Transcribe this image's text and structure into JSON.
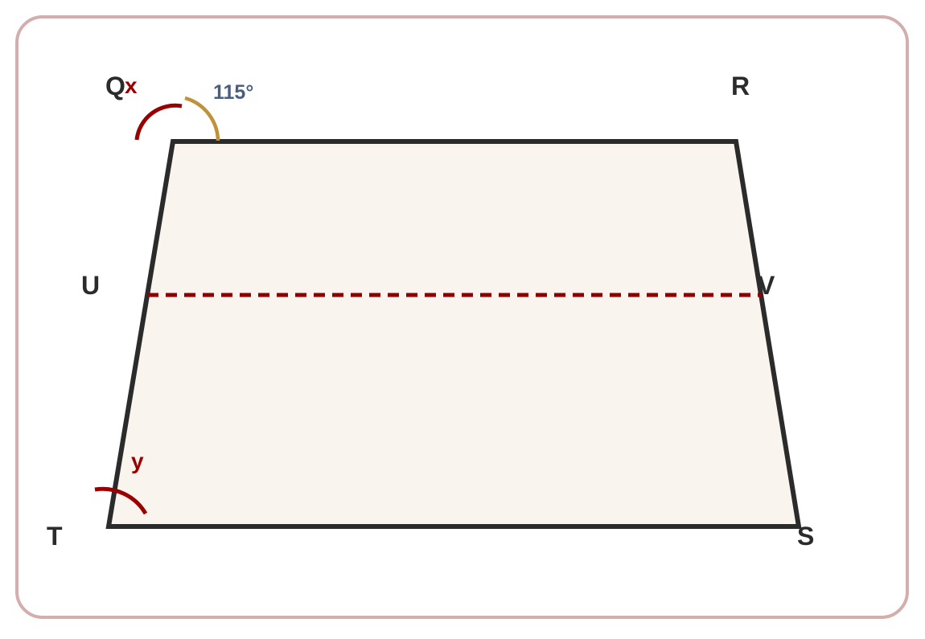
{
  "diagram": {
    "vertices": {
      "Q": "Q",
      "R": "R",
      "S": "S",
      "T": "T",
      "U": "U",
      "V": "V"
    },
    "angles": {
      "x": "x",
      "y": "y",
      "given": "115°"
    }
  },
  "colors": {
    "frame": "#d4adad",
    "shape_fill": "#f9f4ee",
    "shape_stroke": "#2b2b2b",
    "midsegment": "#8b0000",
    "unknown_angle": "#990000",
    "given_angle_arc": "#c0913a",
    "given_angle_text": "#4a5f80",
    "label": "#2b2b2b"
  }
}
